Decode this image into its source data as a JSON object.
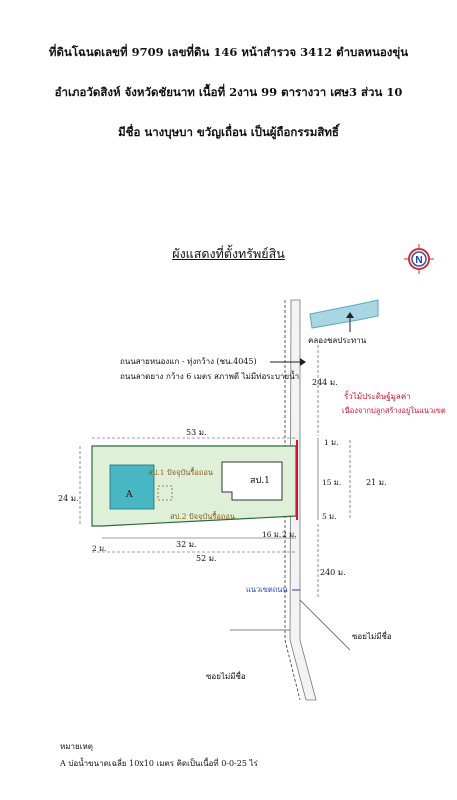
{
  "header": {
    "line1": "ที่ดินโฉนดเลขที่  9709 เลขที่ดิน 146 หน้าสำรวจ  3412 ตำบลหนองขุ่น",
    "line2": "อำเภอวัดสิงห์ จังหวัดชัยนาท  เนื้อที่  2งาน 99 ตารางวา เศษ3 ส่วน 10",
    "line3": "มีชื่อ นางบุษบา  ขวัญเถื่อน เป็นผู้ถือกรรมสิทธิ์"
  },
  "map": {
    "title": "ผังแสดงที่ตั้งทรัพย์สิน",
    "compass_letter": "N",
    "labels": {
      "canal": "คลองชลประทาน",
      "road_main": "ถนนสายหนองแก - ทุ่งกว้าง (ชน.4045)",
      "road_desc": "ถนนลาดยาง กว้าง 6 เมตร สภาพดี ไม่มีท่อระบายน้ำ",
      "fence": "รั้วไม้ประดิษฐ์มูลค่า",
      "fence_note": "เนื่องจากปลูกสร้างอยู่ในแนวเขต",
      "dist_244": "244 ม.",
      "dist_240": "240 ม.",
      "w53": "53 ม.",
      "w52": "52 ม.",
      "w32": "32 ม.",
      "w16": "16 ม.",
      "w2a": "2 ม.",
      "w2b": "2 ม.",
      "h24": "24 ม.",
      "h1": "1 ม.",
      "h15": "15 ม.",
      "h5": "5 ม.",
      "h21": "21 ม.",
      "building": "สป.1",
      "pond": "A",
      "sp1": "สป.1  ปัจจุบันรื้อถอน",
      "sp2": "สป.2  ปัจจุบันรื้อถอน",
      "drain": "แนวเขตถนน",
      "alley1": "ซอยไม่มีชื่อ",
      "alley2": "ซอยไม่มีชื่อ"
    }
  },
  "notes": {
    "heading": "หมายเหตุ",
    "item_a": "A บ่อน้ำขนาดเฉลี่ย 10x10 เมตร คิดเป็นเนื้อที่ 0-0-25 ไร่"
  },
  "colors": {
    "parcel_fill": "#dff0d8",
    "pond_fill": "#49b6c4",
    "canal": "#5fa7c2",
    "red": "#d4102c",
    "blue": "#1f3fae"
  }
}
